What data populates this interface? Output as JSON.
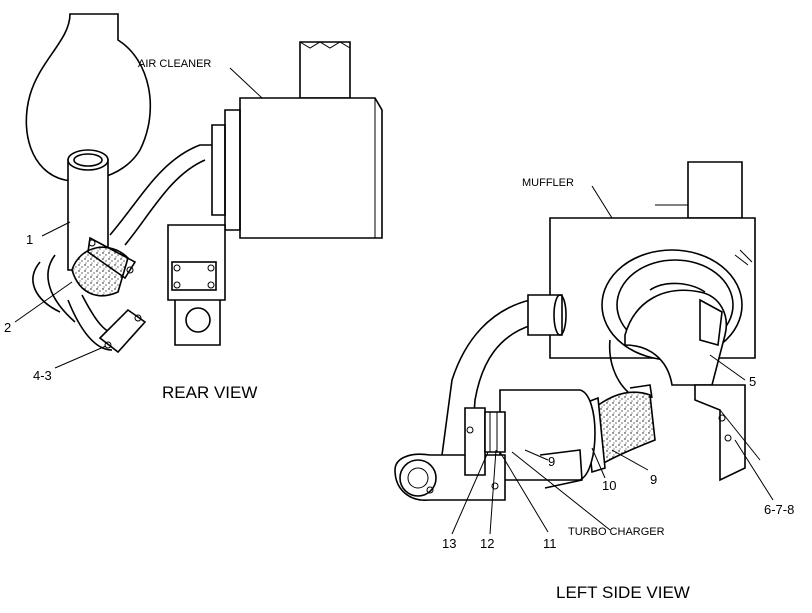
{
  "labels": {
    "air_cleaner": "AIR CLEANER",
    "muffler": "MUFFLER",
    "turbo_charger": "TURBO CHARGER",
    "rear_view": "REAR VIEW",
    "left_side_view": "LEFT SIDE VIEW"
  },
  "callouts": {
    "c1": "1",
    "c2": "2",
    "c4_3": "4-3",
    "c5": "5",
    "c9a": "9",
    "c9b": "9",
    "c10": "10",
    "c11": "11",
    "c12": "12",
    "c13": "13",
    "c6_7_8": "6-7-8"
  }
}
